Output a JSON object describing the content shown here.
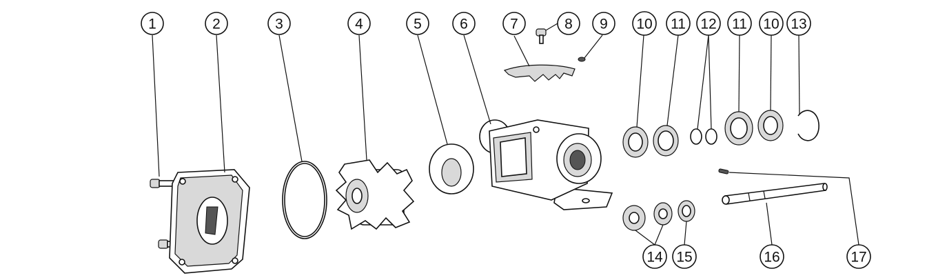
{
  "diagram": {
    "callouts": [
      {
        "id": "c1",
        "label": "1"
      },
      {
        "id": "c2",
        "label": "2"
      },
      {
        "id": "c3",
        "label": "3"
      },
      {
        "id": "c4",
        "label": "4"
      },
      {
        "id": "c5",
        "label": "5"
      },
      {
        "id": "c6",
        "label": "6"
      },
      {
        "id": "c7",
        "label": "7"
      },
      {
        "id": "c8",
        "label": "8"
      },
      {
        "id": "c9",
        "label": "9"
      },
      {
        "id": "c10a",
        "label": "10"
      },
      {
        "id": "c11a",
        "label": "11"
      },
      {
        "id": "c12",
        "label": "12"
      },
      {
        "id": "c11b",
        "label": "11"
      },
      {
        "id": "c10b",
        "label": "10"
      },
      {
        "id": "c13",
        "label": "13"
      },
      {
        "id": "c14",
        "label": "14"
      },
      {
        "id": "c15",
        "label": "15"
      },
      {
        "id": "c16",
        "label": "16"
      },
      {
        "id": "c17",
        "label": "17"
      }
    ]
  }
}
